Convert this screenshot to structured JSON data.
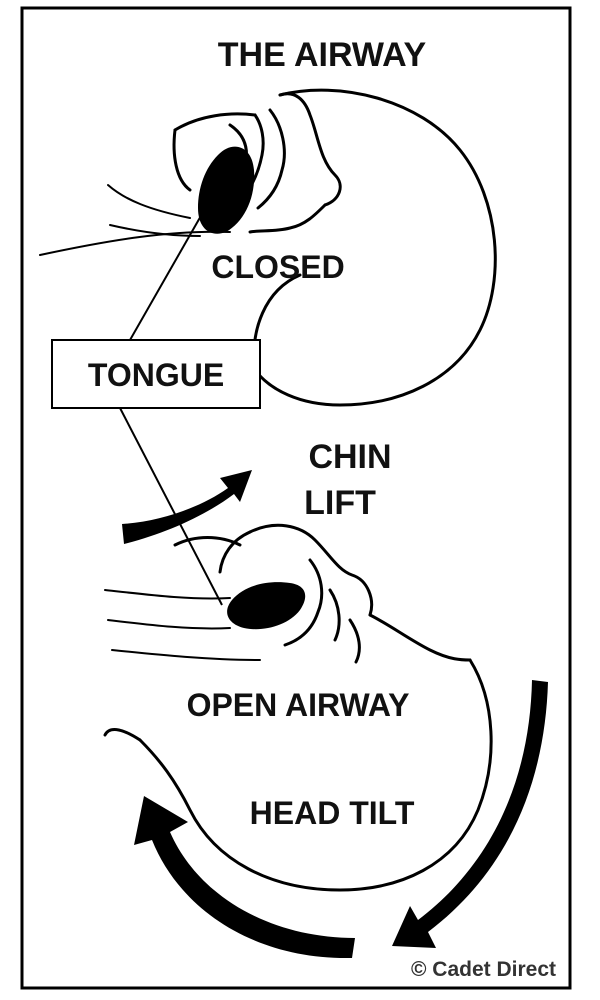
{
  "title": "THE AIRWAY",
  "labels": {
    "closed": "CLOSED",
    "tongue": "TONGUE",
    "chin_lift_line1": "CHIN",
    "chin_lift_line2": "LIFT",
    "open_airway": "OPEN AIRWAY",
    "head_tilt": "HEAD TILT"
  },
  "copyright": "© Cadet Direct",
  "icons": {
    "chin_lift": "curved-arrow-icon",
    "head_tilt": "circular-arrow-icon"
  },
  "colors": {
    "ink": "#000000",
    "background": "#ffffff"
  }
}
